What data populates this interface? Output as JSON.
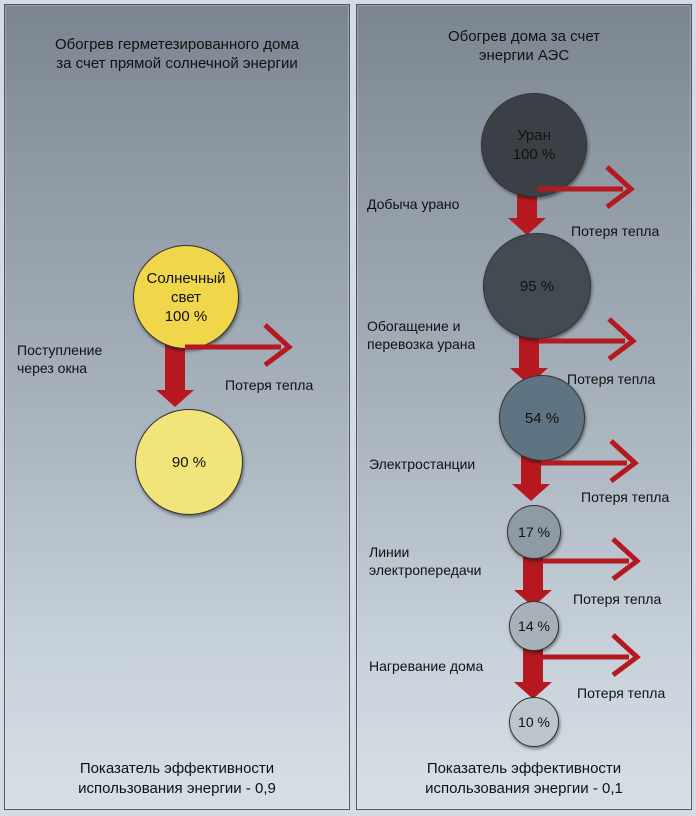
{
  "left": {
    "title_lines": [
      "Обогрев герметезированного дома",
      "за счет прямой солнечной энергии"
    ],
    "circle_top": {
      "lines": [
        "Солнечный",
        "свет",
        "100 %"
      ],
      "color": "#f0d64a"
    },
    "circle_bottom": {
      "label": "90 %",
      "color": "#f1e47a"
    },
    "input_label_lines": [
      "Поступление",
      "через окна"
    ],
    "loss_label": "Потеря тепла",
    "footer_lines": [
      "Показатель эффективности",
      "использования энергии - 0,9"
    ]
  },
  "right": {
    "title_lines": [
      "Обогрев дома за счет",
      "энергии АЭС"
    ],
    "stages": [
      {
        "lines": [
          "Уран",
          "100 %"
        ],
        "color": "#3a4046"
      },
      {
        "lines": [
          "95 %"
        ],
        "color": "#434a51"
      },
      {
        "lines": [
          "54 %"
        ],
        "color": "#5e7482"
      },
      {
        "lines": [
          "17 %"
        ],
        "color": "#8f9ba4"
      },
      {
        "lines": [
          "14 %"
        ],
        "color": "#a6b1b9"
      },
      {
        "lines": [
          "10 %"
        ],
        "color": "#bcc6cd"
      }
    ],
    "step_labels": [
      {
        "lines": [
          "Добыча урано"
        ]
      },
      {
        "lines": [
          "Обогащение и",
          "перевозка урана"
        ]
      },
      {
        "lines": [
          "Электростанции"
        ]
      },
      {
        "lines": [
          "Линии",
          "электропередачи"
        ]
      },
      {
        "lines": [
          "Нагревание дома"
        ]
      }
    ],
    "loss_label": "Потеря тепла",
    "footer_lines": [
      "Показатель эффективности",
      "использования энергии - 0,1"
    ]
  },
  "colors": {
    "arrow": "#b5191f"
  }
}
